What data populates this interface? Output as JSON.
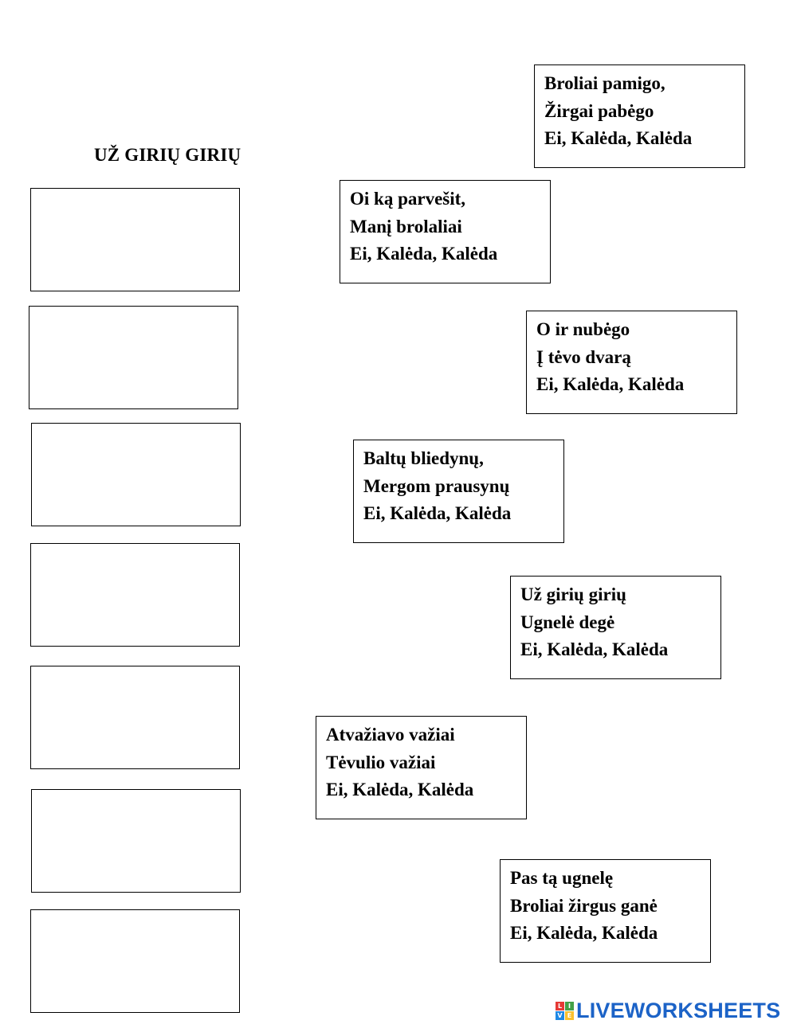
{
  "title": "UŽ GIRIŲ GIRIŲ",
  "drop_zone_count": 7,
  "cards": [
    {
      "lines": [
        "Broliai pamigo,",
        "Žirgai pabėgo",
        "Ei, Kalėda, Kalėda"
      ]
    },
    {
      "lines": [
        "Oi ką parvešit,",
        "Manį brolaliai",
        "Ei, Kalėda, Kalėda"
      ]
    },
    {
      "lines": [
        "O ir nubėgo",
        "Į tėvo dvarą",
        "Ei, Kalėda, Kalėda"
      ]
    },
    {
      "lines": [
        "Baltų bliedynų,",
        "Mergom prausynų",
        "Ei, Kalėda, Kalėda"
      ]
    },
    {
      "lines": [
        "Už girių girių",
        "Ugnelė degė",
        "Ei, Kalėda, Kalėda"
      ]
    },
    {
      "lines": [
        "Atvažiavo važiai",
        "Tėvulio važiai",
        "Ei, Kalėda, Kalėda"
      ]
    },
    {
      "lines": [
        "Pas tą ugnelę",
        "Broliai žirgus ganė",
        "Ei, Kalėda, Kalėda"
      ]
    }
  ],
  "brand": {
    "logo_letters": [
      "L",
      "I",
      "V",
      "E"
    ],
    "logo_colors": [
      "#e53935",
      "#43a047",
      "#1e88e5",
      "#fbc02d"
    ],
    "text": "LIVEWORKSHEETS",
    "color": "#1c63c7"
  }
}
